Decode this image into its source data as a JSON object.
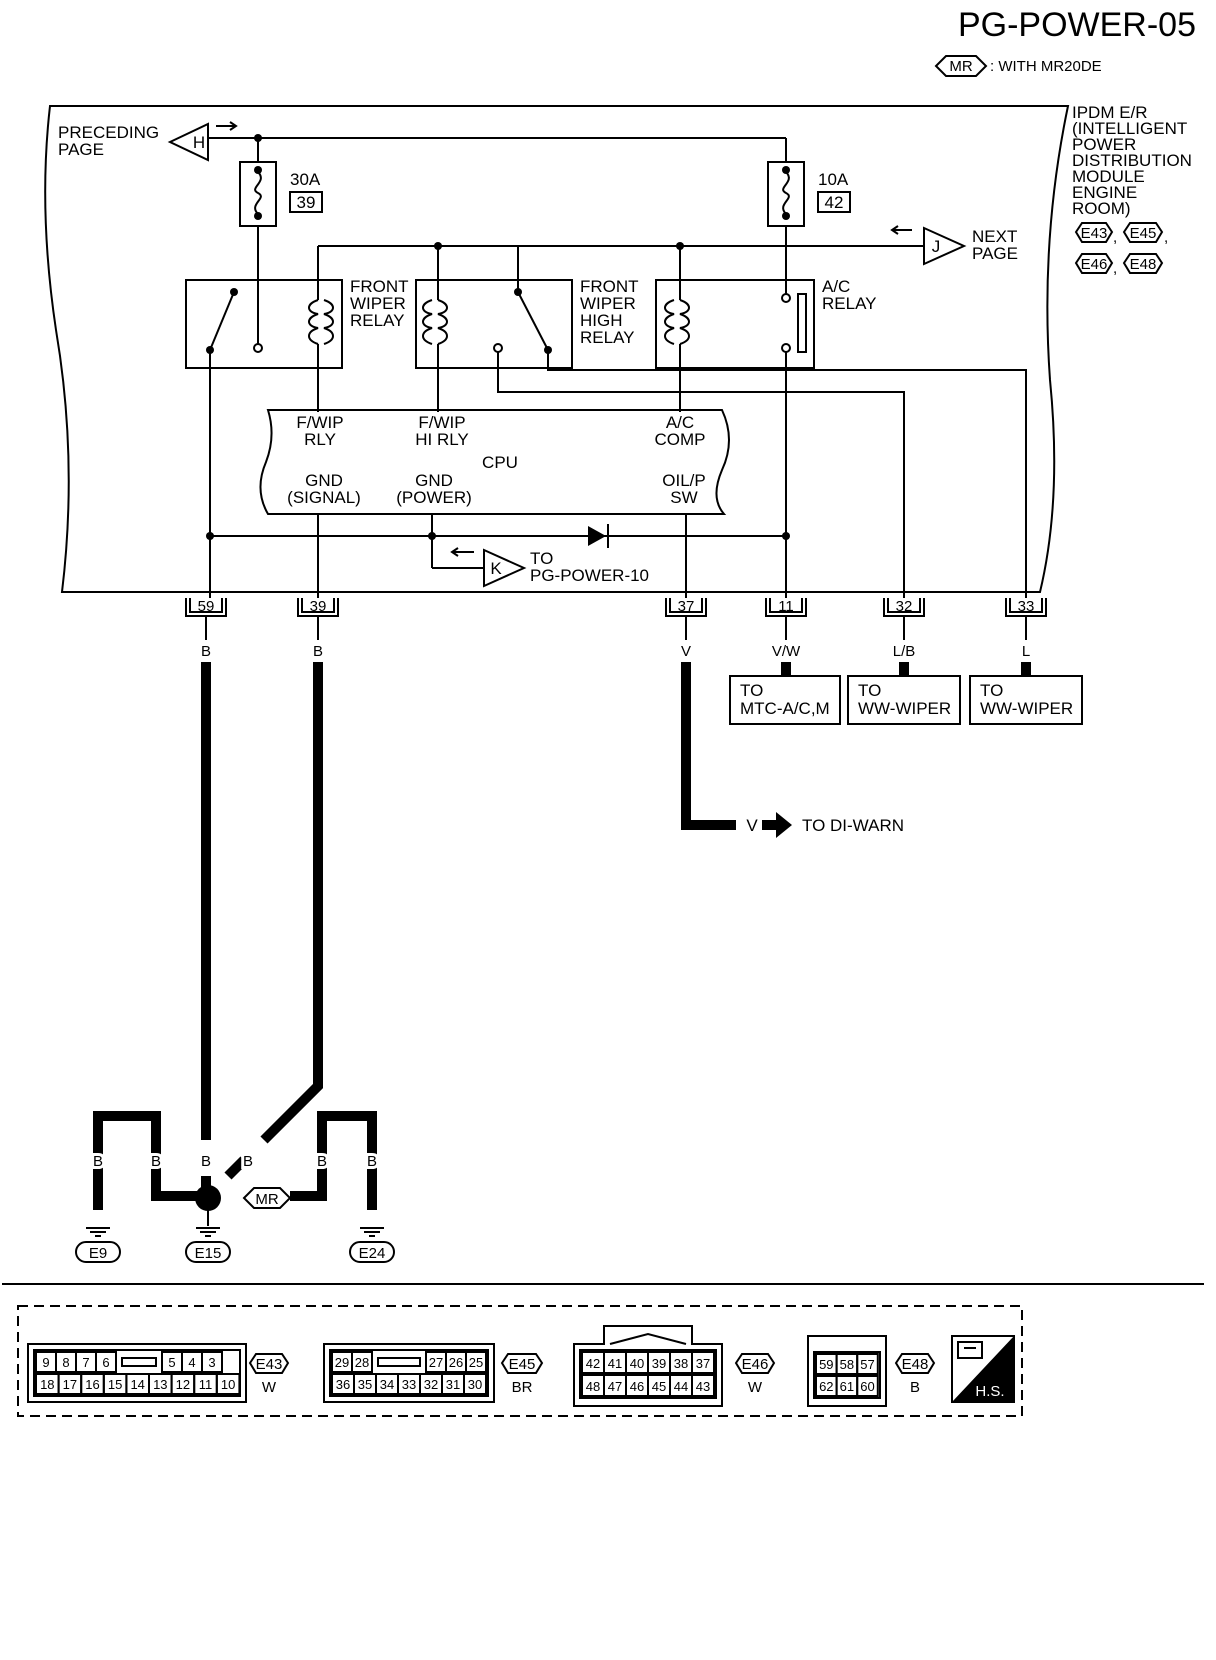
{
  "header": {
    "title": "PG-POWER-05",
    "legend_badge": "MR",
    "legend_text": ": WITH MR20DE"
  },
  "ipdm": {
    "title_lines": [
      "IPDM E/R",
      "(INTELLIGENT",
      "POWER",
      "DISTRIBUTION",
      "MODULE",
      "ENGINE",
      "ROOM)"
    ],
    "connectors": [
      "E43",
      "E45",
      "E46",
      "E48"
    ]
  },
  "links": {
    "preceding_label": [
      "PRECEDING",
      "PAGE"
    ],
    "preceding_letter": "H",
    "next_label": [
      "NEXT",
      "PAGE"
    ],
    "next_letter": "J",
    "k_letter": "K",
    "k_label": [
      "TO",
      "PG-POWER-10"
    ]
  },
  "fuses": [
    {
      "rating": "30A",
      "number": "39"
    },
    {
      "rating": "10A",
      "number": "42"
    }
  ],
  "relays": {
    "front_wiper": [
      "FRONT",
      "WIPER",
      "RELAY"
    ],
    "front_wiper_high": [
      "FRONT",
      "WIPER",
      "HIGH",
      "RELAY"
    ],
    "ac": [
      "A/C",
      "RELAY"
    ]
  },
  "cpu": {
    "label": "CPU",
    "fwip_rly": [
      "F/WIP",
      "RLY"
    ],
    "fwip_hi_rly": [
      "F/WIP",
      "HI RLY"
    ],
    "ac_comp": [
      "A/C",
      "COMP"
    ],
    "gnd_signal": [
      "GND",
      "(SIGNAL)"
    ],
    "gnd_power": [
      "GND",
      "(POWER)"
    ],
    "oil_p_sw": [
      "OIL/P",
      "SW"
    ]
  },
  "terminals": [
    {
      "pin": "59",
      "wire": "B"
    },
    {
      "pin": "39",
      "wire": "B"
    },
    {
      "pin": "37",
      "wire": "V"
    },
    {
      "pin": "11",
      "wire": "V/W"
    },
    {
      "pin": "32",
      "wire": "L/B"
    },
    {
      "pin": "33",
      "wire": "L"
    }
  ],
  "destinations": [
    [
      "TO",
      "MTC-A/C,M"
    ],
    [
      "TO",
      "WW-WIPER"
    ],
    [
      "TO",
      "WW-WIPER"
    ]
  ],
  "di_warn": {
    "wire": "V",
    "label": "TO DI-WARN"
  },
  "grounds": {
    "wire_labels": [
      "B",
      "B",
      "B",
      "B",
      "B",
      "B"
    ],
    "mr_badge": "MR",
    "points": [
      "E9",
      "E15",
      "E24"
    ]
  },
  "connector_views": {
    "e43": {
      "top": [
        "9",
        "8",
        "7",
        "6",
        "5",
        "4",
        "3"
      ],
      "bottom": [
        "18",
        "17",
        "16",
        "15",
        "14",
        "13",
        "12",
        "11",
        "10"
      ],
      "id": "E43",
      "color": "W"
    },
    "e45": {
      "top": [
        "29",
        "28",
        "27",
        "26",
        "25"
      ],
      "bottom": [
        "36",
        "35",
        "34",
        "33",
        "32",
        "31",
        "30"
      ],
      "id": "E45",
      "color": "BR"
    },
    "e46": {
      "top": [
        "42",
        "41",
        "40",
        "39",
        "38",
        "37"
      ],
      "bottom": [
        "48",
        "47",
        "46",
        "45",
        "44",
        "43"
      ],
      "id": "E46",
      "color": "W"
    },
    "e48": {
      "top": [
        "59",
        "58",
        "57"
      ],
      "bottom": [
        "62",
        "61",
        "60"
      ],
      "id": "E48",
      "color": "B"
    },
    "hs_label": "H.S."
  }
}
